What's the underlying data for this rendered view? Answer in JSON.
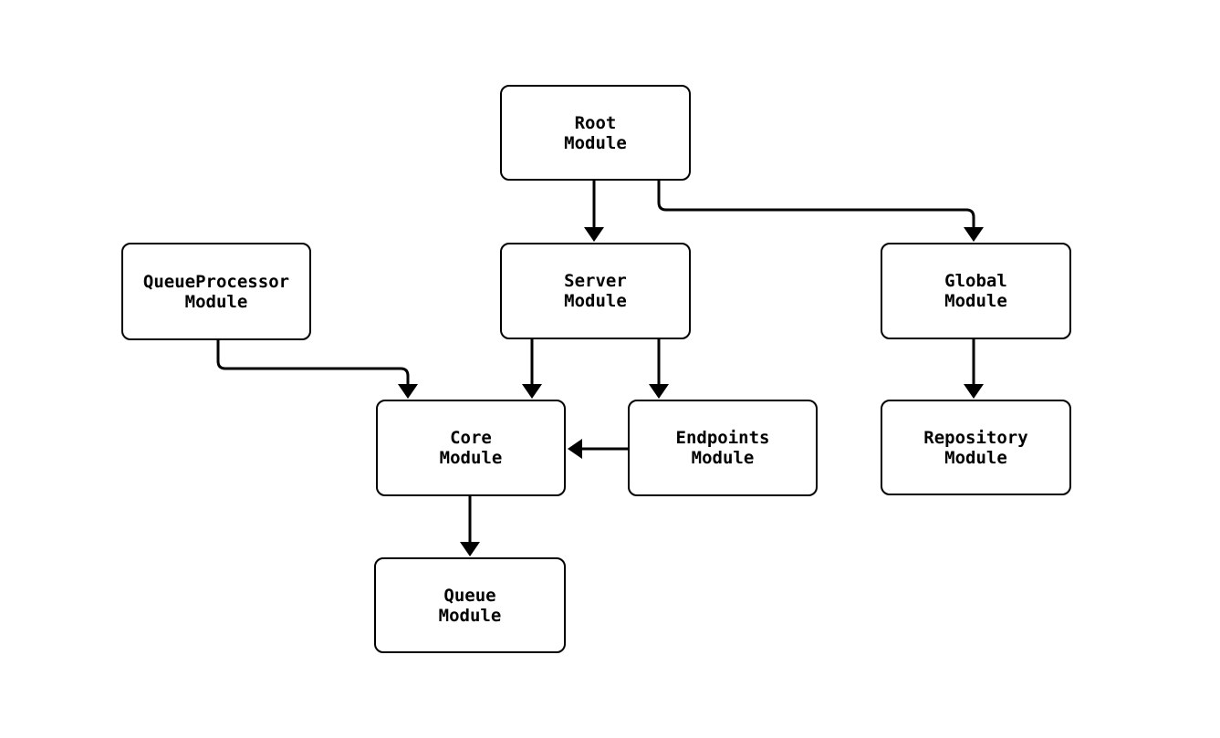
{
  "diagram": {
    "type": "flowchart",
    "background_color": "#ffffff",
    "node_fill_color": "#ffffff",
    "node_border_color": "#000000",
    "edge_color": "#000000",
    "text_color": "#000000",
    "nodes": [
      {
        "id": "root",
        "label": "Root\nModule"
      },
      {
        "id": "server",
        "label": "Server\nModule"
      },
      {
        "id": "global",
        "label": "Global\nModule"
      },
      {
        "id": "queueProcessor",
        "label": "QueueProcessor\nModule"
      },
      {
        "id": "core",
        "label": "Core\nModule"
      },
      {
        "id": "endpoints",
        "label": "Endpoints\nModule"
      },
      {
        "id": "repository",
        "label": "Repository\nModule"
      },
      {
        "id": "queue",
        "label": "Queue\nModule"
      }
    ],
    "edges": [
      {
        "from": "Root Module",
        "to": "Server Module"
      },
      {
        "from": "Root Module",
        "to": "Global Module"
      },
      {
        "from": "QueueProcessor Module",
        "to": "Core Module"
      },
      {
        "from": "Server Module",
        "to": "Core Module"
      },
      {
        "from": "Server Module",
        "to": "Endpoints Module"
      },
      {
        "from": "Endpoints Module",
        "to": "Core Module"
      },
      {
        "from": "Global Module",
        "to": "Repository Module"
      },
      {
        "from": "Core Module",
        "to": "Queue Module"
      }
    ]
  }
}
